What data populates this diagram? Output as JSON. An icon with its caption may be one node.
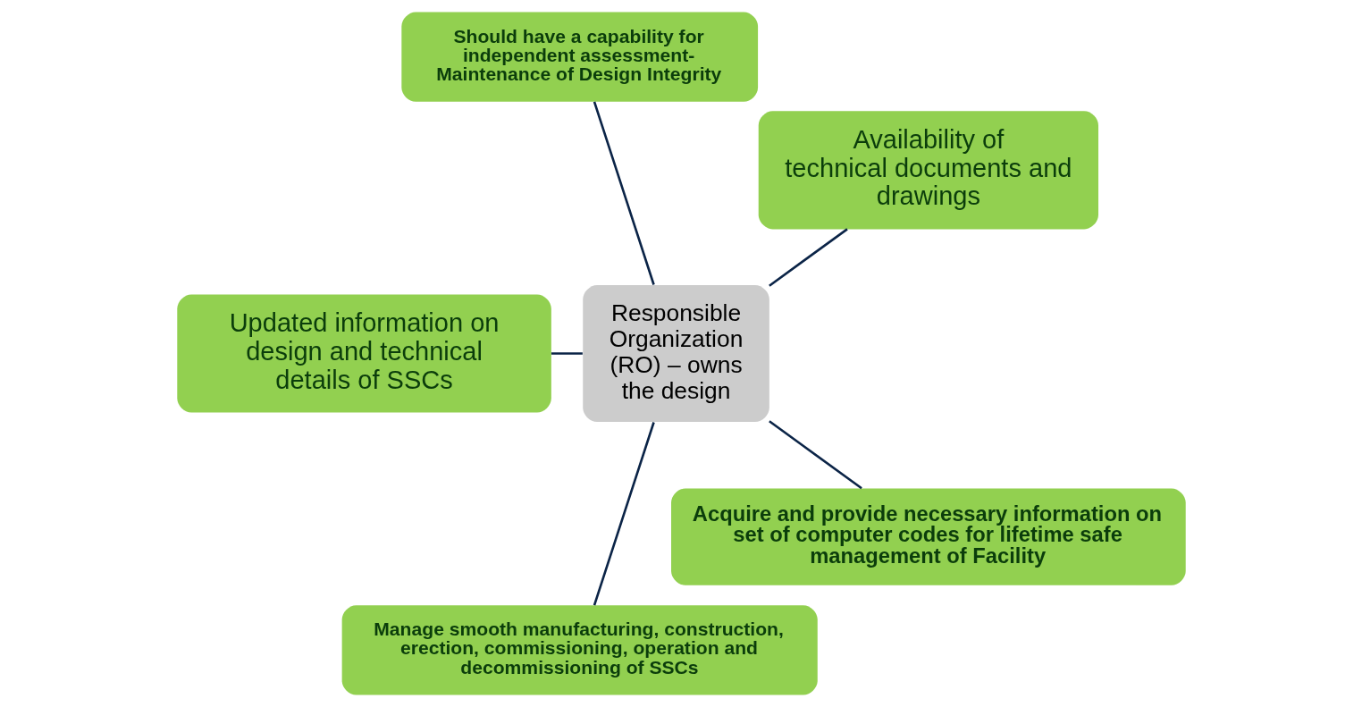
{
  "diagram": {
    "nodes": [
      {
        "text": [
          "Responsible Organization (RO) – owns the design"
        ]
      },
      {
        "text": [
          "Availability of technical documents and drawings"
        ]
      },
      {
        "text": [
          "Should have a capability for independent assessment- Maintenance of Design Integrity"
        ]
      },
      {
        "text": [
          "Updated information on design and technical details of SSCs"
        ]
      },
      {
        "text": [
          "Manage smooth manufacturing, construction, erection, commissioning, operation and decommissioning of SSCs"
        ]
      },
      {
        "text": [
          "Acquire and provide necessary information on set of computer codes for lifetime safe management of Facility"
        ]
      }
    ],
    "edges": [
      {
        "from": 0,
        "to": 1,
        "arrow": "none"
      },
      {
        "from": 0,
        "to": 2,
        "arrow": "none"
      },
      {
        "from": 0,
        "to": 3,
        "arrow": "none"
      },
      {
        "from": 0,
        "to": 4,
        "arrow": "none"
      },
      {
        "from": 0,
        "to": 5,
        "arrow": "none"
      }
    ]
  }
}
